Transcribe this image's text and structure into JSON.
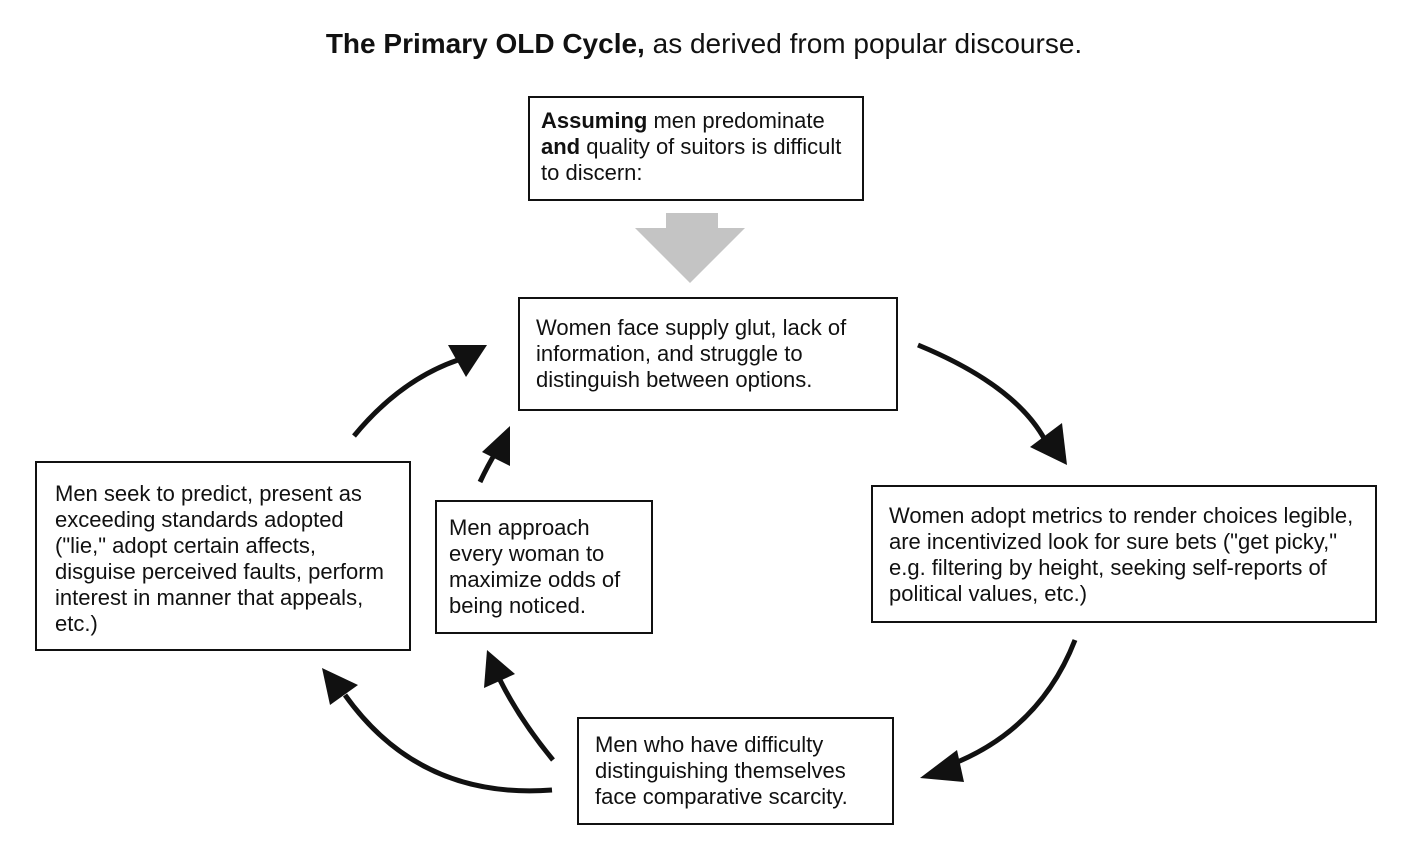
{
  "title": {
    "bold": "The Primary OLD Cycle,",
    "rest": " as derived from popular discourse."
  },
  "premise": {
    "bold1": "Assuming",
    "text1": " men predominate",
    "bold2": "and",
    "text2": " quality of suitors is difficult to discern:"
  },
  "nodes": {
    "women_supply_glut": "Women face supply glut, lack of information, and struggle to distinguish between options.",
    "women_adopt_metrics": "Women adopt metrics to render choices legible, are incentivized look for sure bets (\"get picky,\" e.g. filtering by height, seeking self-reports of political values, etc.)",
    "men_scarcity": "Men who have difficulty distinguishing themselves face comparative scarcity.",
    "men_approach": "Men approach every woman to maximize odds of being noticed.",
    "men_predict": "Men seek to predict, present as exceeding standards adopted (\"lie,\" adopt certain affects, disguise perceived faults, perform interest in manner that appeals, etc.)"
  },
  "colors": {
    "border": "#111111",
    "arrow": "#111111",
    "gray_arrow": "#c4c4c4"
  }
}
